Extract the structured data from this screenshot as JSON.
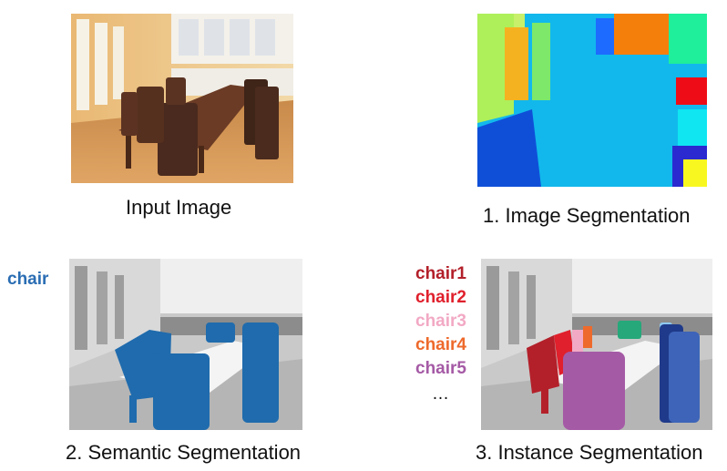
{
  "panels": {
    "input": {
      "caption": "Input Image"
    },
    "image_seg": {
      "caption": "1. Image Segmentation"
    },
    "semantic": {
      "caption": "2. Semantic Segmentation",
      "label": "chair",
      "label_color": "#2a6db3"
    },
    "instance": {
      "caption": "3. Instance Segmentation",
      "labels": [
        {
          "text": "chair1",
          "color": "#b3202a"
        },
        {
          "text": "chair2",
          "color": "#e0202c"
        },
        {
          "text": "chair3",
          "color": "#f2a9c4"
        },
        {
          "text": "chair4",
          "color": "#ee6a2c"
        },
        {
          "text": "chair5",
          "color": "#a55aa5"
        }
      ],
      "ellipsis": "…"
    }
  },
  "colors": {
    "semantic_chair": "#1f6bad",
    "seg_cyan": "#12b8ec",
    "seg_lime": "#aef05a"
  }
}
